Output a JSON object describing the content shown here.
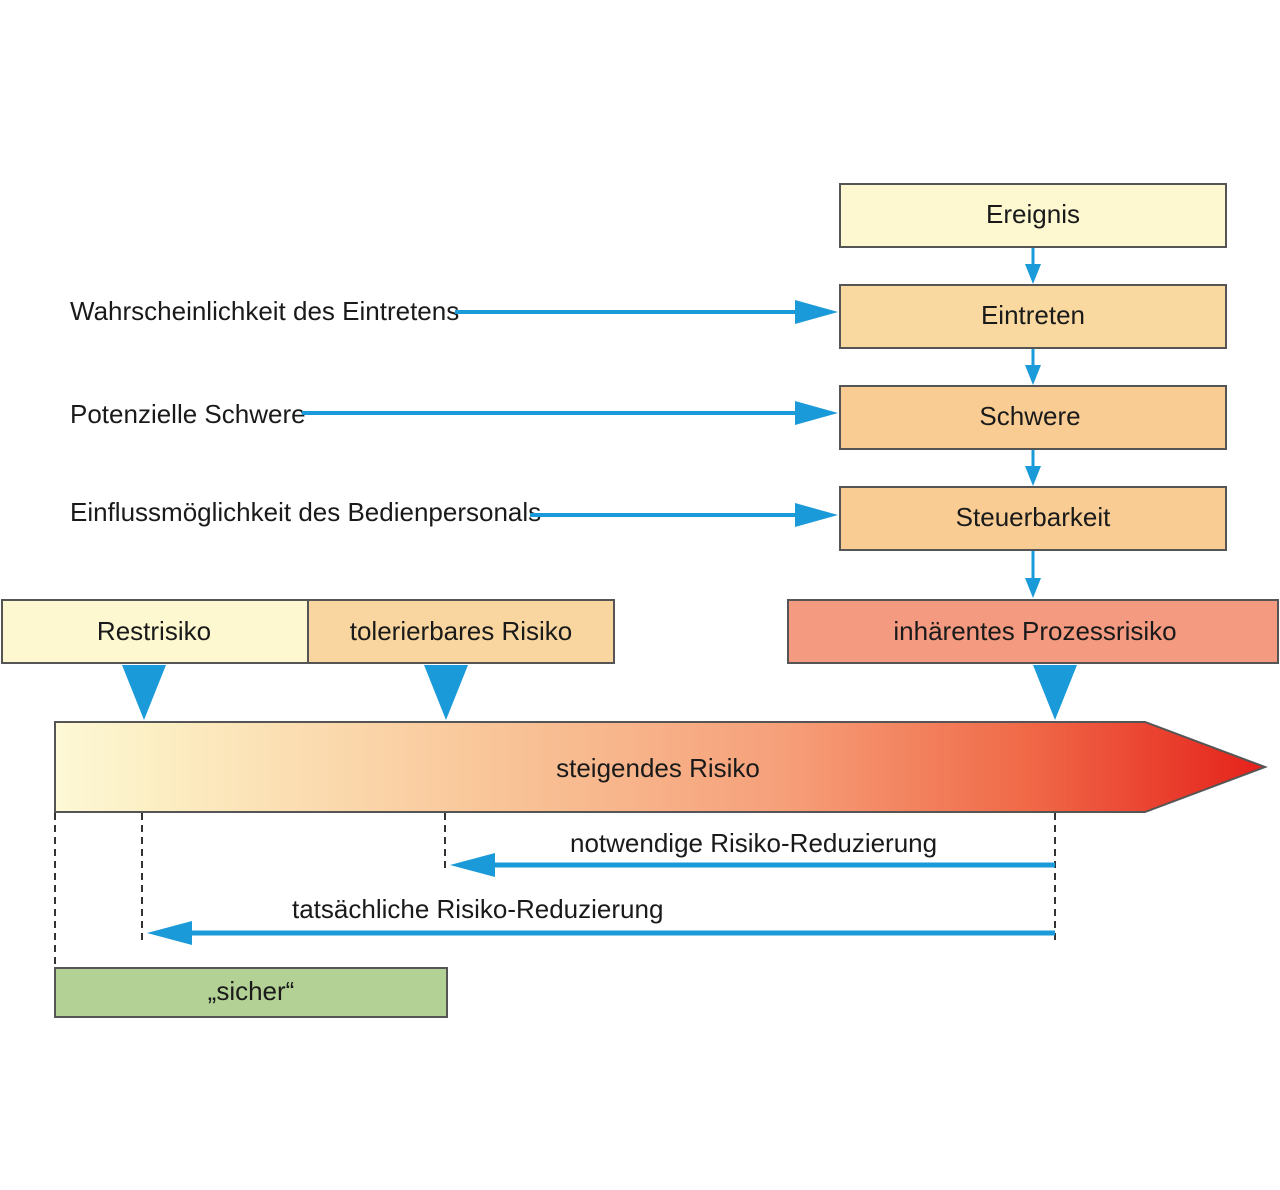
{
  "factors": [
    {
      "label": "Wahrscheinlichkeit des Eintretens"
    },
    {
      "label": "Potenzielle Schwere"
    },
    {
      "label": "Einflussmöglichkeit des Bedienpersonals"
    }
  ],
  "chain": [
    {
      "label": "Ereignis"
    },
    {
      "label": "Eintreten"
    },
    {
      "label": "Schwere"
    },
    {
      "label": "Steuerbarkeit"
    }
  ],
  "risk_levels": {
    "residual": "Restrisiko",
    "tolerable": "tolerierbares Risiko",
    "inherent": "inhärentes Prozessrisiko"
  },
  "scale": {
    "label": "steigendes Risiko"
  },
  "reductions": {
    "necessary": "notwendige Risiko-Reduzierung",
    "actual": "tatsächliche Risiko-Reduzierung"
  },
  "safe": {
    "label": "„sicher“"
  },
  "colors": {
    "arrow_blue": "#1a9ad9",
    "box_light": "#fdf8d0",
    "box_peach": "#fad9a1",
    "box_orange": "#f9cc93",
    "box_salmon": "#f39a80",
    "gradient_start": "#fdf8d6",
    "gradient_mid": "#f8a47c",
    "gradient_end": "#e5211b",
    "safe_green": "#b3d195"
  }
}
